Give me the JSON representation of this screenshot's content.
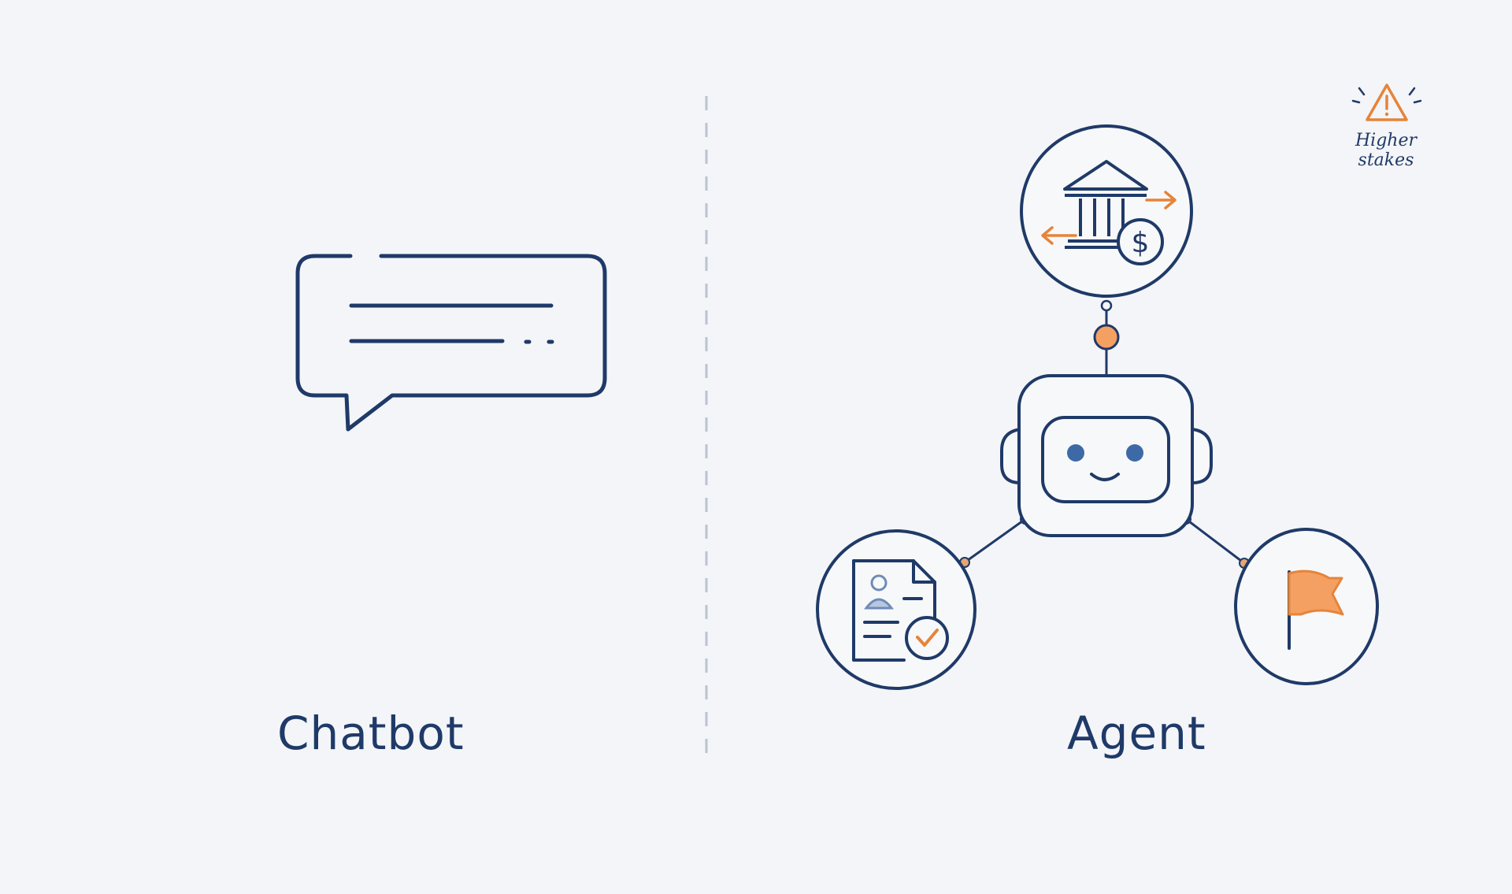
{
  "labels": {
    "chatbot": "Chatbot",
    "agent": "Agent",
    "warning": "Higher stakes"
  },
  "colors": {
    "navy": "#1f3a68",
    "orange": "#e5843a",
    "orange_fill": "#f4a062",
    "light_blue": "#9fb3d1",
    "divider": "#b9c3d3",
    "background": "#f4f5f8"
  },
  "icons": {
    "chat": "speech-bubble-icon",
    "bank": "bank-transfer-icon",
    "robot": "robot-icon",
    "document": "document-check-icon",
    "flag": "flag-icon",
    "warning": "warning-icon"
  }
}
